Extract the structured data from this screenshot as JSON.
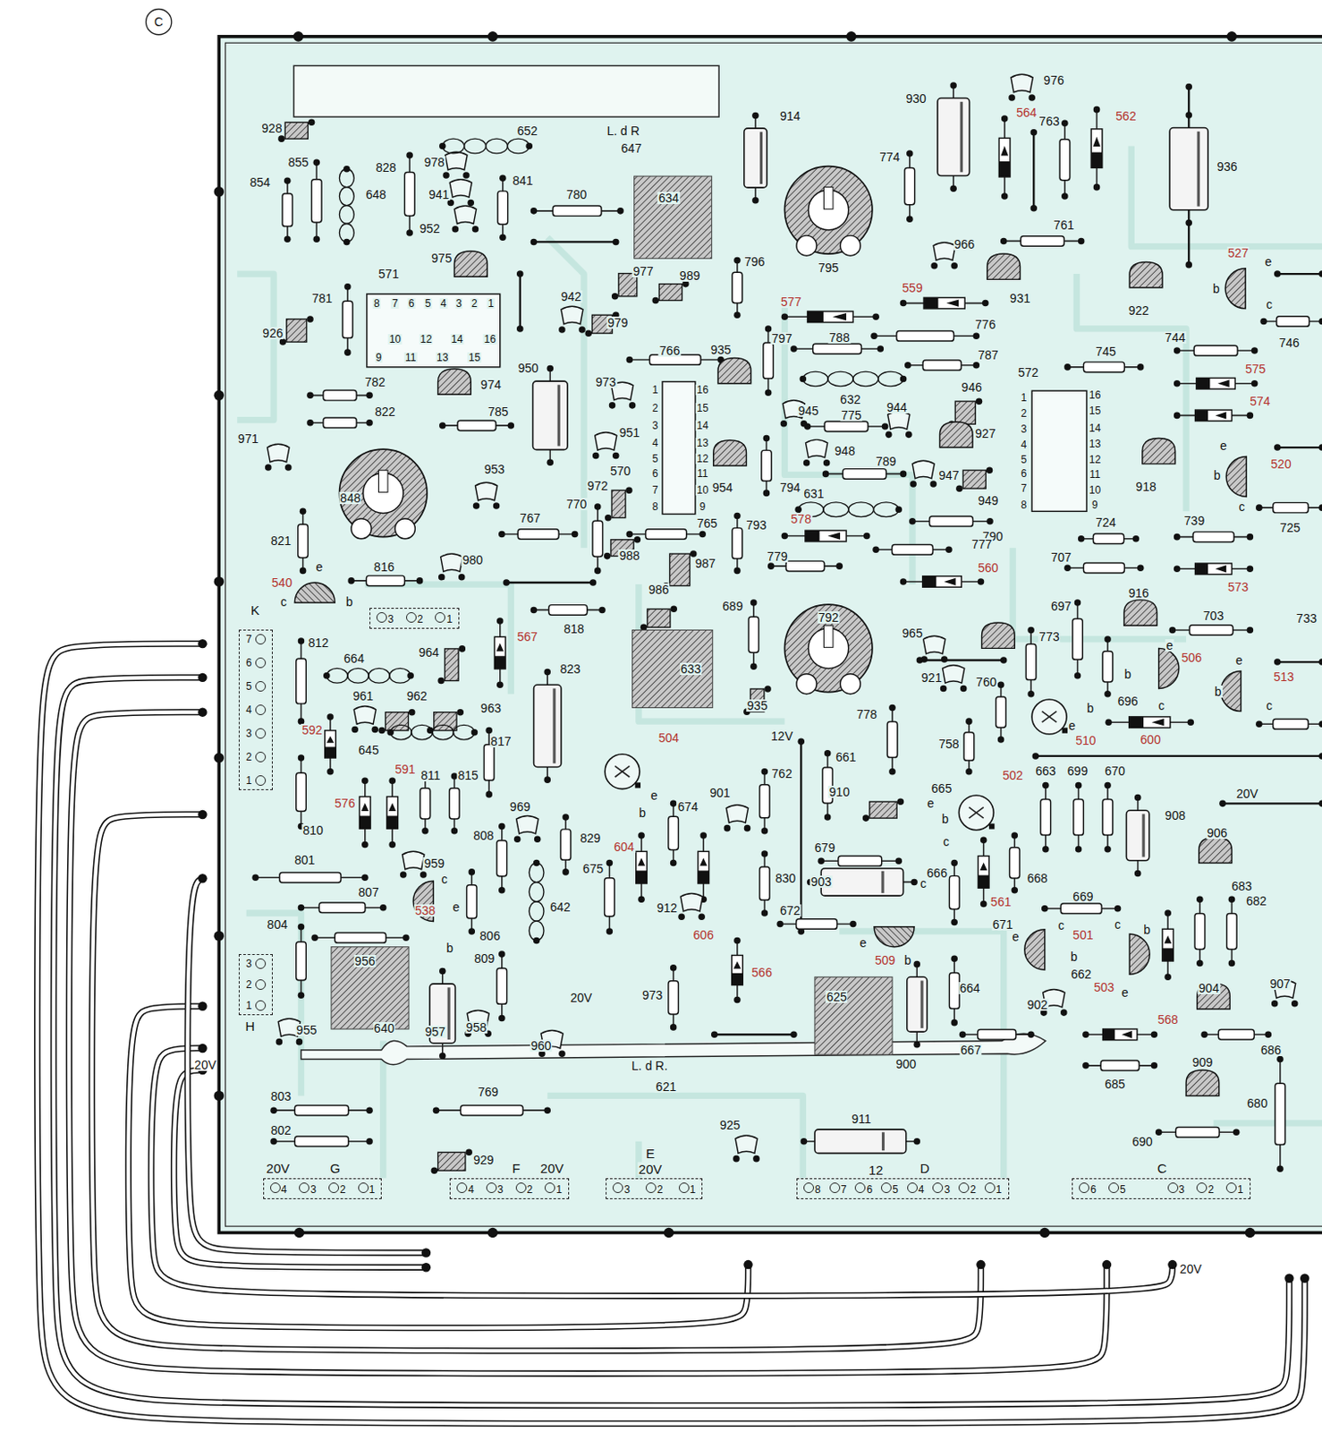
{
  "diagram": {
    "nodes": [
      {
        "text": [
          "K",
          "7",
          "6",
          "5",
          "4",
          "3",
          "2",
          "1"
        ]
      },
      {
        "text": [
          "3",
          "2",
          "1"
        ]
      },
      {
        "text": [
          "H",
          "3",
          "2",
          "1"
        ]
      },
      {
        "text": [
          "20V",
          "G",
          "4",
          "3",
          "2",
          "1"
        ]
      },
      {
        "text": [
          "F",
          "20V",
          "4",
          "3",
          "2",
          "1"
        ]
      },
      {
        "text": [
          "E",
          "20V",
          "3",
          "2",
          "1"
        ]
      },
      {
        "text": [
          "D",
          "12",
          "8",
          "7",
          "6",
          "5",
          "4",
          "3",
          "2",
          "1"
        ]
      },
      {
        "text": [
          "C",
          "6",
          "5",
          "3",
          "2",
          "1"
        ]
      }
    ],
    "labels": [
      "C",
      "928",
      "652",
      "L. d R",
      "647",
      "914",
      "930",
      "976",
      "564",
      "763",
      "562",
      "936",
      "855",
      "854",
      "828",
      "978",
      "841",
      "648",
      "941",
      "780",
      "634",
      "952",
      "774",
      "761",
      "571",
      "975",
      "977",
      "989",
      "796",
      "795",
      "966",
      "559",
      "931",
      "922",
      "527",
      "e",
      "b",
      "c",
      "746",
      "942",
      "781",
      "926",
      "8",
      "7",
      "6",
      "5",
      "4",
      "3",
      "2",
      "1",
      "10",
      "12",
      "14",
      "16",
      "9",
      "11",
      "13",
      "15",
      "979",
      "577",
      "776",
      "797",
      "788",
      "935",
      "766",
      "744",
      "745",
      "787",
      "575",
      "574",
      "572",
      "950",
      "782",
      "974",
      "973",
      "1",
      "2",
      "3",
      "4",
      "5",
      "6",
      "7",
      "8",
      "16",
      "15",
      "14",
      "13",
      "12",
      "11",
      "10",
      "9",
      "945",
      "632",
      "944",
      "946",
      "1",
      "2",
      "3",
      "4",
      "5",
      "6",
      "7",
      "8",
      "16",
      "15",
      "14",
      "13",
      "12",
      "11",
      "10",
      "9",
      "971",
      "822",
      "785",
      "775",
      "948",
      "951",
      "927",
      "789",
      "570",
      "953",
      "918",
      "e",
      "520",
      "b",
      "c",
      "725",
      "947",
      "949",
      "848",
      "794",
      "631",
      "972",
      "770",
      "954",
      "767",
      "765",
      "793",
      "578",
      "790",
      "724",
      "739",
      "821",
      "980",
      "779",
      "777",
      "707",
      "560",
      "573",
      "816",
      "988",
      "987",
      "540",
      "e",
      "c",
      "b",
      "818",
      "567",
      "986",
      "689",
      "792",
      "697",
      "916",
      "703",
      "733",
      "812",
      "664",
      "964",
      "823",
      "633",
      "965",
      "773",
      "506",
      "e",
      "513",
      "e",
      "b",
      "c",
      "961",
      "962",
      "963",
      "921",
      "760",
      "696",
      "b",
      "c",
      "b",
      "e",
      "510",
      "600",
      "645",
      "592",
      "817",
      "504",
      "935",
      "12V",
      "778",
      "758",
      "591",
      "811",
      "815",
      "661",
      "502",
      "663",
      "699",
      "670",
      "20V",
      "576",
      "762",
      "910",
      "665",
      "e",
      "b",
      "c",
      "674",
      "901",
      "e",
      "b",
      "969",
      "908",
      "906",
      "810",
      "808",
      "829",
      "675",
      "604",
      "679",
      "666",
      "903",
      "830",
      "801",
      "959",
      "c",
      "807",
      "538",
      "e",
      "642",
      "912",
      "606",
      "672",
      "561",
      "668",
      "669",
      "683",
      "682",
      "c",
      "804",
      "b",
      "806",
      "956",
      "809",
      "e",
      "509",
      "b",
      "671",
      "e",
      "c",
      "c",
      "b",
      "501",
      "20V",
      "566",
      "664",
      "662",
      "b",
      "902",
      "503",
      "e",
      "904",
      "907",
      "955",
      "640",
      "957",
      "958",
      "960",
      "973",
      "625",
      "900",
      "667",
      "568",
      "686",
      "20V",
      "L. d R.",
      "621",
      "685",
      "909",
      "680",
      "803",
      "769",
      "925",
      "911",
      "802",
      "690",
      "929",
      "20V"
    ]
  }
}
